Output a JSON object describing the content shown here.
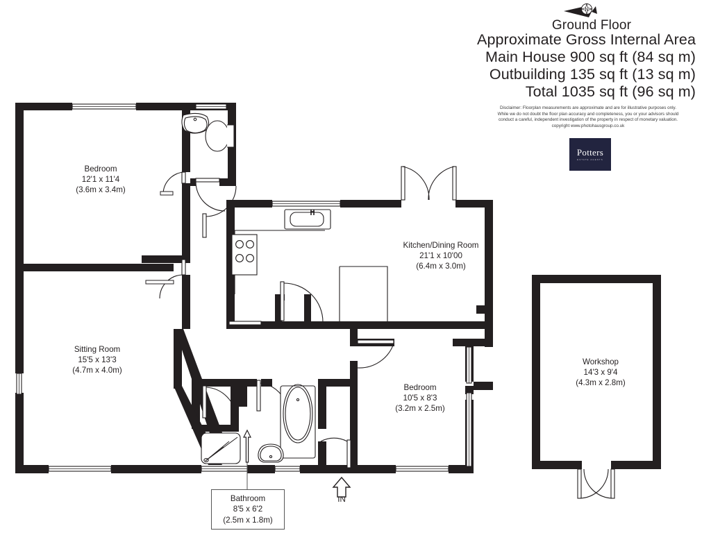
{
  "header": {
    "compass_icon": "north-arrow-compass-icon",
    "floor_title": "Ground Floor",
    "area_lines": [
      "Approximate Gross Internal Area",
      "Main House 900 sq ft  (84 sq m)",
      "Outbuilding 135 sq ft (13 sq m)",
      "Total 1035 sq ft (96 sq m)"
    ]
  },
  "disclaimer": {
    "line1": "Disclaimer: Floorplan measurements are approximate and are for illustrative purposes only.",
    "line2": "While we do not doubt the floor plan accuracy and completeness, you or your advisors should",
    "line3": "conduct a careful, independent investigation of the property in respect of monetary valuation.",
    "line4": "copyright www.photohausgroup.co.uk"
  },
  "logo": {
    "name": "Potters",
    "tagline": "ESTATE AGENTS",
    "background_color": "#22243f",
    "text_color": "#ffffff"
  },
  "rooms": [
    {
      "key": "bedroom1",
      "name": "Bedroom",
      "imperial": "12'1 x 11'4",
      "metric": "(3.6m x 3.4m)"
    },
    {
      "key": "sitting_room",
      "name": "Sitting Room",
      "imperial": "15'5 x 13'3",
      "metric": "(4.7m x 4.0m)"
    },
    {
      "key": "kitchen_dining",
      "name": "Kitchen/Dining Room",
      "imperial": "21'1 x 10'00",
      "metric": "(6.4m x 3.0m)"
    },
    {
      "key": "bedroom2",
      "name": "Bedroom",
      "imperial": "10'5 x 8'3",
      "metric": "(3.2m x 2.5m)"
    },
    {
      "key": "bathroom",
      "name": "Bathroom",
      "imperial": "8'5 x 6'2",
      "metric": "(2.5m x 1.8m)"
    },
    {
      "key": "workshop",
      "name": "Workshop",
      "imperial": "14'3 x 9'4",
      "metric": "(4.3m x 2.8m)"
    }
  ],
  "entrance": {
    "label": "IN",
    "icon": "entrance-arrow-icon"
  },
  "fixtures": [
    "wc-toilet-icon",
    "wash-basin-icon",
    "kitchen-sink-icon",
    "hob-cooker-icon",
    "bathtub-icon",
    "shower-icon",
    "bathroom-basin-icon"
  ],
  "colors": {
    "wall": "#231f20",
    "background": "#ffffff",
    "text": "#231f20",
    "fixture_line": "#231f20"
  }
}
